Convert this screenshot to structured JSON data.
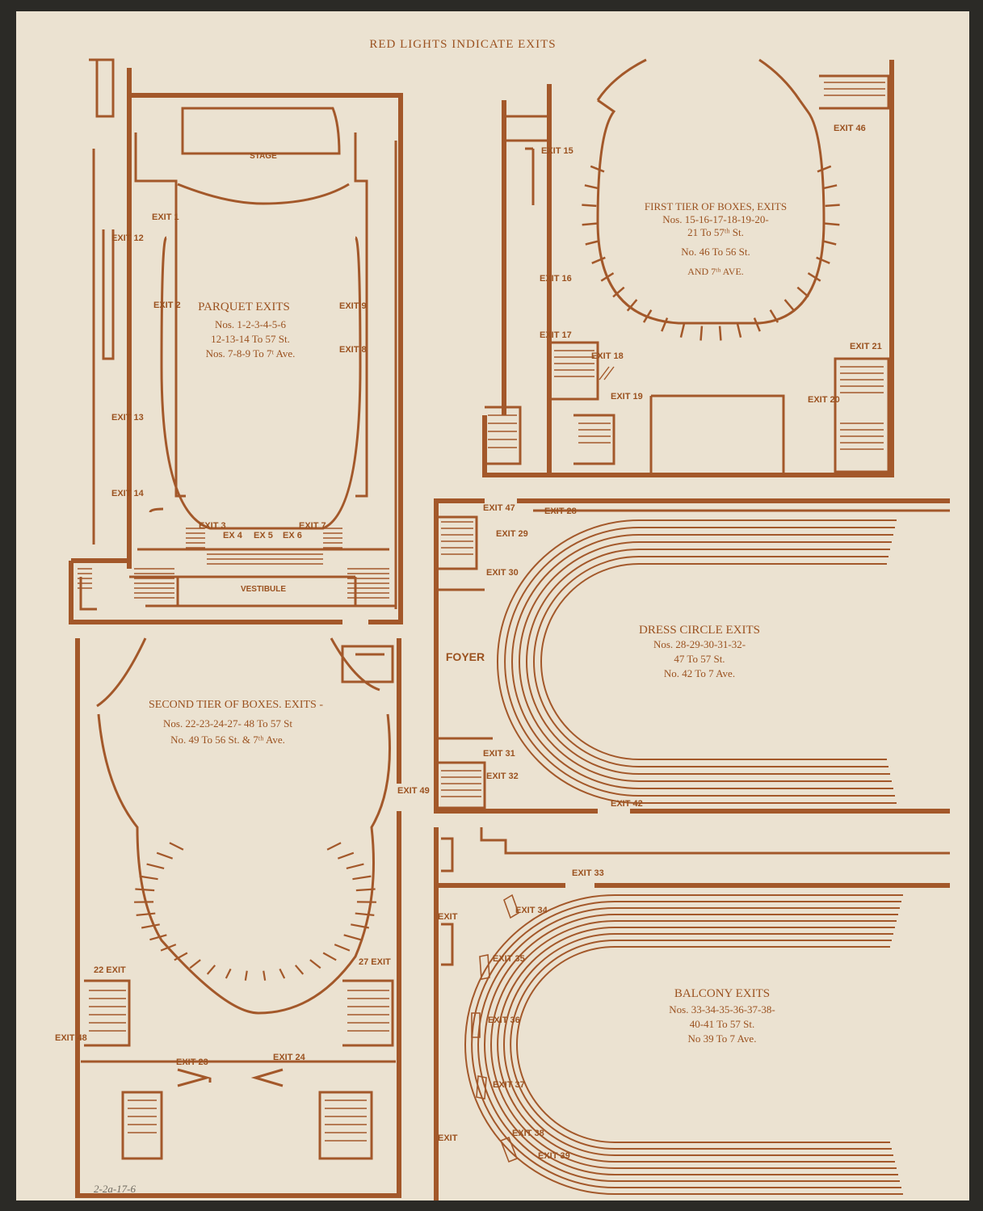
{
  "header": "RED LIGHTS INDICATE EXITS",
  "catalog_mark": "2-2a-17-6",
  "colors": {
    "paper": "#ebe2d1",
    "ink": "#a3582a",
    "text": "#9b5220",
    "backdrop": "#2b2a26"
  },
  "parquet": {
    "stage": "STAGE",
    "vestibule": "VESTIBULE",
    "title": "PARQUET EXITS",
    "lines": [
      "Nos. 1-2-3-4-5-6",
      "12-13-14 To 57 St.",
      "Nos. 7-8-9 To 7ᵗ Ave."
    ],
    "exits": {
      "e1": "EXIT 1",
      "e2": "EXIT 2",
      "e3": "EXIT 3",
      "e4": "EX 4",
      "e5": "EX 5",
      "e6": "EX 6",
      "e7": "EXIT 7",
      "e8": "EXIT 8",
      "e9": "EXIT 9",
      "e12": "EXIT 12",
      "e13": "EXIT 13",
      "e14": "EXIT 14"
    }
  },
  "first_tier": {
    "title": "FIRST TIER OF BOXES, EXITS",
    "lines": [
      "Nos. 15-16-17-18-19-20-",
      "21 To 57ᵗʰ St.",
      "No. 46 To 56 St.",
      "AND 7ᵗʰ AVE."
    ],
    "exits": {
      "e15": "EXIT 15",
      "e16": "EXIT 16",
      "e17": "EXIT 17",
      "e18": "EXIT 18",
      "e19": "EXIT 19",
      "e20": "EXIT 20",
      "e21": "EXIT 21",
      "e46": "EXIT 46"
    }
  },
  "dress_circle": {
    "foyer": "FOYER",
    "title": "DRESS CIRCLE EXITS",
    "lines": [
      "Nos. 28-29-30-31-32-",
      "47 To 57 St.",
      "No. 42 To 7 Ave."
    ],
    "exits": {
      "e28": "EXIT 28",
      "e29": "EXIT 29",
      "e30": "EXIT 30",
      "e31": "EXIT 31",
      "e32": "EXIT 32",
      "e42": "EXIT 42",
      "e47": "EXIT 47"
    }
  },
  "second_tier": {
    "title": "SECOND TIER OF BOXES. EXITS -",
    "lines": [
      "Nos. 22-23-24-27- 48 To 57 St",
      "No. 49 To 56 St. & 7ᵗʰ Ave."
    ],
    "exits": {
      "e22": "22 EXIT",
      "e23": "EXIT 23",
      "e24": "EXIT 24",
      "e27": "27 EXIT",
      "e48": "EXIT 48",
      "e49": "EXIT 49"
    }
  },
  "balcony": {
    "title": "BALCONY EXITS",
    "lines": [
      "Nos. 33-34-35-36-37-38-",
      "40-41 To 57 St.",
      "No 39 To 7 Ave."
    ],
    "exits": {
      "e33": "EXIT 33",
      "e34": "EXIT 34",
      "e35": "EXIT 35",
      "e36": "EXIT 36",
      "e37": "EXIT 37",
      "e38": "EXIT 38",
      "e39": "EXIT 39",
      "e40": "EXIT",
      "e41": "EXIT"
    }
  }
}
